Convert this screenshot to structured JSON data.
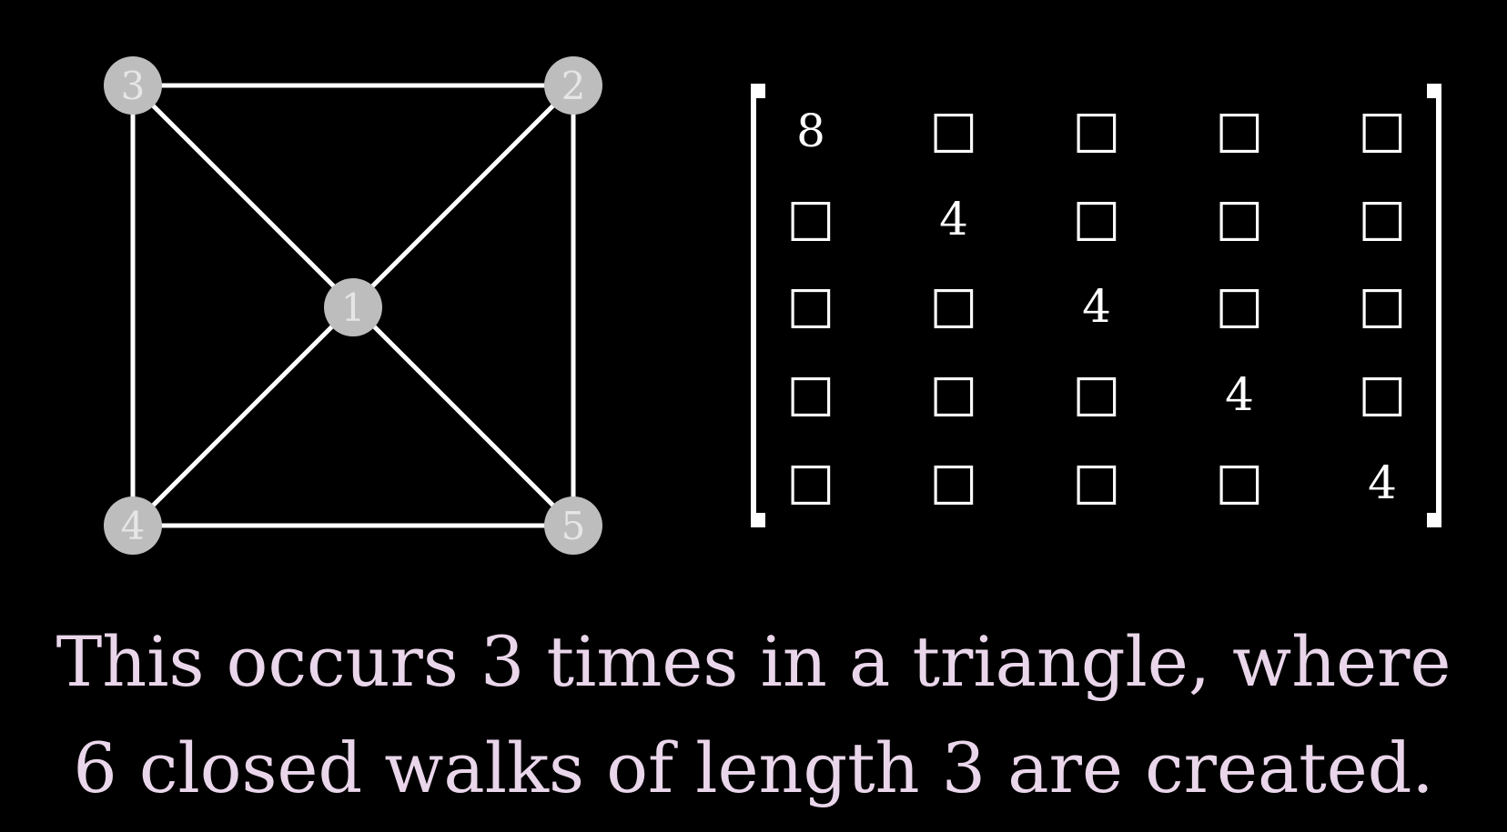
{
  "graph": {
    "nodes": [
      {
        "id": "1",
        "label": "1"
      },
      {
        "id": "2",
        "label": "2"
      },
      {
        "id": "3",
        "label": "3"
      },
      {
        "id": "4",
        "label": "4"
      },
      {
        "id": "5",
        "label": "5"
      }
    ],
    "edges": [
      [
        "3",
        "2"
      ],
      [
        "3",
        "4"
      ],
      [
        "2",
        "5"
      ],
      [
        "4",
        "5"
      ],
      [
        "3",
        "5"
      ],
      [
        "2",
        "4"
      ]
    ],
    "colors": {
      "edge": "#ffffff",
      "node_fill": "#bdbdbd",
      "node_label": "#e6e6e6"
    }
  },
  "matrix": {
    "cells": [
      [
        "8",
        "",
        "",
        "",
        ""
      ],
      [
        "",
        "4",
        "",
        "",
        ""
      ],
      [
        "",
        "",
        "4",
        "",
        ""
      ],
      [
        "",
        "",
        "",
        "4",
        ""
      ],
      [
        "",
        "",
        "",
        "",
        "4"
      ]
    ],
    "empty_cell_symbol": "□",
    "colors": {
      "text": "#ffffff",
      "bracket": "#ffffff"
    }
  },
  "caption": {
    "line1": "This occurs 3 times in a triangle, where",
    "line2": "6 closed walks of length 3 are created.",
    "color": "#ead6ea"
  },
  "background": "#000000"
}
